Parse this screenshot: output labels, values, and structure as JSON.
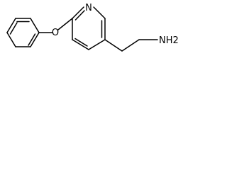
{
  "molecule": {
    "atoms": {
      "nitrogen": "N",
      "oxygen": "O",
      "amine": "NH2"
    }
  }
}
